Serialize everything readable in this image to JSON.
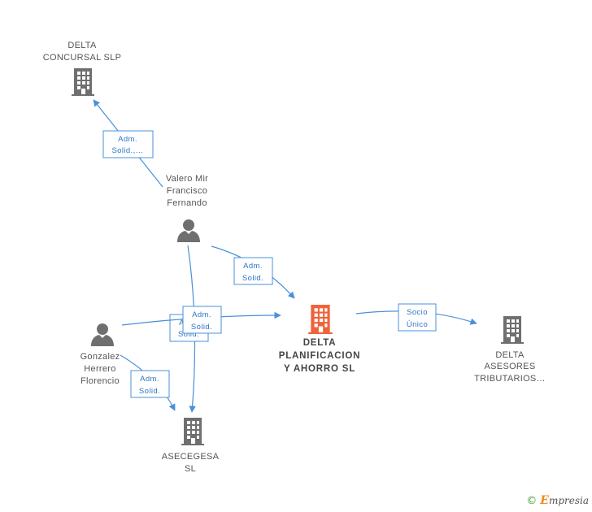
{
  "nodes": {
    "delta_concursal": {
      "label": [
        "DELTA",
        "CONCURSAL SLP"
      ],
      "icon": "building-icon",
      "color": "#6f6f6f"
    },
    "valero": {
      "label": [
        "Valero Mir",
        "Francisco",
        "Fernando"
      ],
      "icon": "person-icon",
      "color": "#6f6f6f"
    },
    "delta_planificacion": {
      "label": [
        "DELTA",
        "PLANIFICACION",
        "Y AHORRO SL"
      ],
      "icon": "building-icon",
      "color": "#f0623a"
    },
    "gonzalez": {
      "label": [
        "Gonzalez",
        "Herrero",
        "Florencio"
      ],
      "icon": "person-icon",
      "color": "#6f6f6f"
    },
    "asecegesa": {
      "label": [
        "ASECEGESA",
        "SL"
      ],
      "icon": "building-icon",
      "color": "#6f6f6f"
    },
    "delta_asesores": {
      "label": [
        "DELTA",
        "ASESORES",
        "TRIBUTARIOS…"
      ],
      "icon": "building-icon",
      "color": "#6f6f6f"
    }
  },
  "edges": {
    "valero_concursal": [
      "Adm.",
      "Solid.,…"
    ],
    "valero_planificacion": [
      "Adm.",
      "Solid."
    ],
    "valero_asecegesa": [
      "Adm.",
      "Solid."
    ],
    "gonzalez_planificacion": [
      "Adm.",
      "Solid."
    ],
    "gonzalez_asecegesa": [
      "Adm.",
      "Solid."
    ],
    "planificacion_asesores": [
      "Socio",
      "Único"
    ]
  },
  "colors": {
    "edge": "#4a90d9",
    "accent": "#f0623a",
    "node": "#6f6f6f"
  },
  "footer": {
    "copyright": "©",
    "brand_initial": "E",
    "brand_rest": "mpresia"
  }
}
